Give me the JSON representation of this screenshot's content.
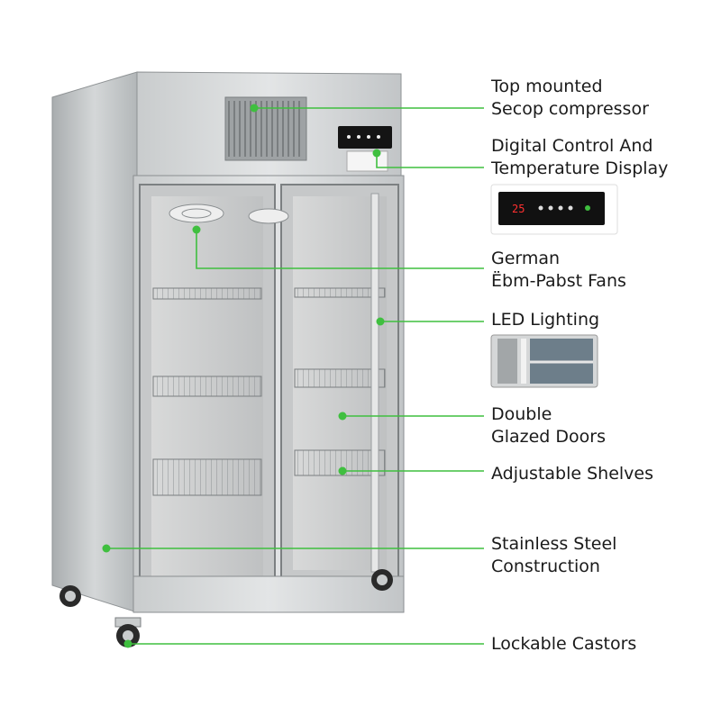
{
  "colors": {
    "accent": "#3fbf3f",
    "steel": "#b9bdbf",
    "text": "#1a1a1a"
  },
  "features": [
    {
      "id": "compressor",
      "lines": [
        "Top mounted",
        "Secop compressor"
      ]
    },
    {
      "id": "control",
      "lines": [
        "Digital Control And",
        "Temperature Display"
      ]
    },
    {
      "id": "fans",
      "lines": [
        "German",
        "Ëbm-Pabst Fans"
      ]
    },
    {
      "id": "led",
      "lines": [
        "LED Lighting"
      ]
    },
    {
      "id": "doors",
      "lines": [
        "Double",
        "Glazed Doors"
      ]
    },
    {
      "id": "shelves",
      "lines": [
        "Adjustable Shelves"
      ]
    },
    {
      "id": "steel",
      "lines": [
        "Stainless Steel",
        "Construction"
      ]
    },
    {
      "id": "castors",
      "lines": [
        "Lockable Castors"
      ]
    }
  ],
  "control_panel": {
    "temperature": "25"
  },
  "icons": [
    "fan-icon",
    "control-panel-icon",
    "castor-wheel-icon"
  ]
}
